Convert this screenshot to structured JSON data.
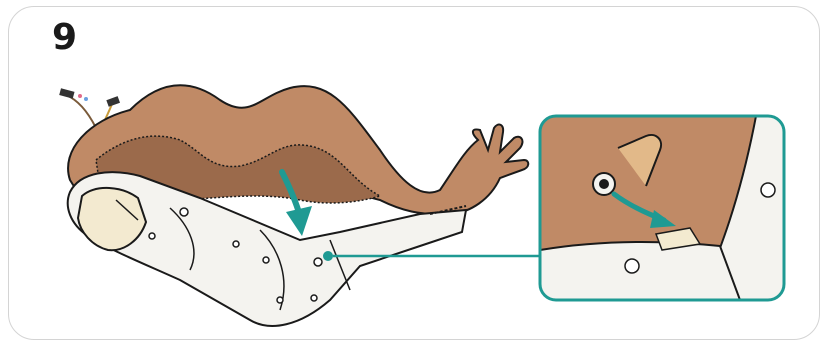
{
  "step": {
    "number": "9"
  },
  "icons": {
    "main": "prosthetic-arm-skin-cover-illustration",
    "arrow": "teal-down-arrow-icon",
    "inset": "magnified-snap-detail-inset"
  },
  "colors": {
    "accent": "#1f9a93",
    "skin": "#c08a66",
    "skin_dark": "#9b6a4b",
    "frame": "#f4f3ef",
    "outline": "#1a1a1a"
  }
}
